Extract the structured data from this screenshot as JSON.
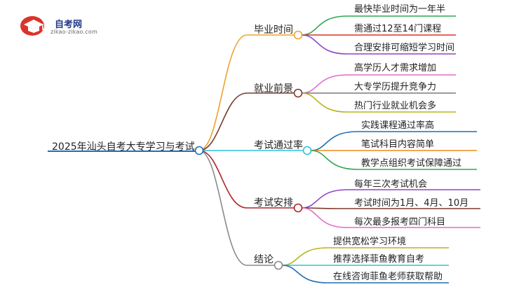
{
  "logo": {
    "title": "自考网",
    "subtitle": "zikao-zikao.com"
  },
  "root": "2025年汕头自考大专学习与考试",
  "branches": [
    {
      "label": "毕业时间",
      "color": "#f0a030",
      "leaves": [
        {
          "label": "最快毕业时间为一年半",
          "color": "#2fa84f"
        },
        {
          "label": "需通过12至14门课程",
          "color": "#d9342b"
        },
        {
          "label": "合理安排可缩短学习时间",
          "color": "#8e44c4"
        }
      ]
    },
    {
      "label": "就业前景",
      "color": "#7a3b2e",
      "leaves": [
        {
          "label": "高学历人才需求增加",
          "color": "#e36bc9"
        },
        {
          "label": "大专学历提升竞争力",
          "color": "#7a7a7a"
        },
        {
          "label": "热门行业就业机会多",
          "color": "#b9b31a"
        }
      ]
    },
    {
      "label": "考试通过率",
      "color": "#2ec4d6",
      "leaves": [
        {
          "label": "实践课程通过率高",
          "color": "#1f6fb5"
        },
        {
          "label": "笔试科目内容简单",
          "color": "#f08a1a"
        },
        {
          "label": "教学点组织考试保障通过",
          "color": "#2fa84f"
        }
      ]
    },
    {
      "label": "考试安排",
      "color": "#b0232a",
      "leaves": [
        {
          "label": "每年三次考试机会",
          "color": "#8e44c4"
        },
        {
          "label": "考试时间为1月、4月、10月",
          "color": "#7a3b2e"
        },
        {
          "label": "每次最多报考四门科目",
          "color": "#e36bc9"
        }
      ]
    },
    {
      "label": "结论",
      "color": "#8a8a8a",
      "leaves": [
        {
          "label": "提供宽松学习环境",
          "color": "#b9b31a"
        },
        {
          "label": "推荐选择菲鱼教育自考",
          "color": "#2ec4d6"
        },
        {
          "label": "在线咨询菲鱼老师获取帮助",
          "color": "#1f6fb5"
        }
      ]
    }
  ],
  "root_color": "#1f6fb5"
}
